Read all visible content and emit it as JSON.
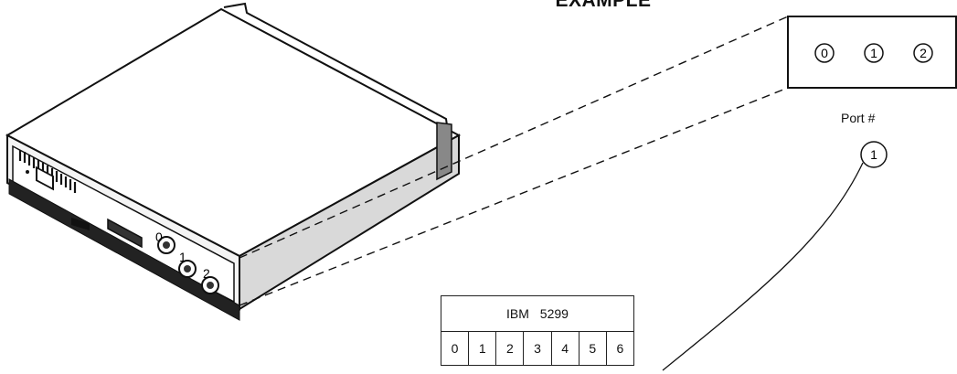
{
  "heading": "EXAMPLE",
  "port_panel": {
    "ports": [
      "0",
      "1",
      "2"
    ]
  },
  "port_label": "Port #",
  "selected_port": "1",
  "device_ports": [
    "0",
    "1",
    "2"
  ],
  "table": {
    "title": "IBM  5299",
    "columns": [
      "0",
      "1",
      "2",
      "3",
      "4",
      "5",
      "6"
    ]
  }
}
